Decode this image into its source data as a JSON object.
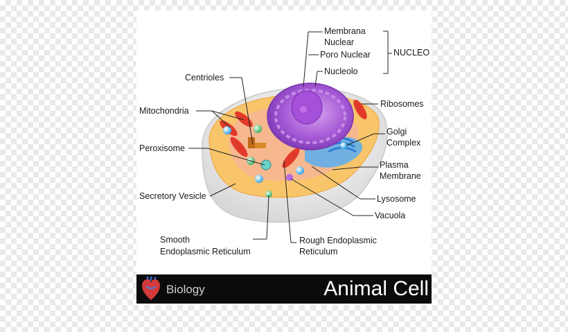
{
  "labels": {
    "membrana_nuclear_1": "Membrana",
    "membrana_nuclear_2": "Nuclear",
    "poro_nuclear": "Poro Nuclear",
    "nucleo": "NUCLEO",
    "nucleolo": "Nucleolo",
    "centrioles": "Centrioles",
    "mitochondria": "Mitochondria",
    "ribosomes": "Ribosomes",
    "golgi_1": "Golgi",
    "golgi_2": "Complex",
    "peroxisome": "Peroxisome",
    "plasma_1": "Plasma",
    "plasma_2": "Membrane",
    "secretory_vesicle": "Secretory Vesicle",
    "lysosome": "Lysosome",
    "vacuola": "Vacuola",
    "smooth_er_1": "Smooth",
    "smooth_er_2": "Endoplasmic Reticulum",
    "rough_er_1": "Rough Endoplasmic",
    "rough_er_2": "Reticulum"
  },
  "banner": {
    "subject": "Biology",
    "title": "Animal Cell"
  },
  "icons": {
    "banner_icon": "heart-icon"
  },
  "colors": {
    "banner_bg": "#0b0b0b",
    "title_text": "#ffffff",
    "nucleus": "#9b4fd1",
    "cytoplasm": "#f6b54a",
    "membrane": "#ececec"
  }
}
